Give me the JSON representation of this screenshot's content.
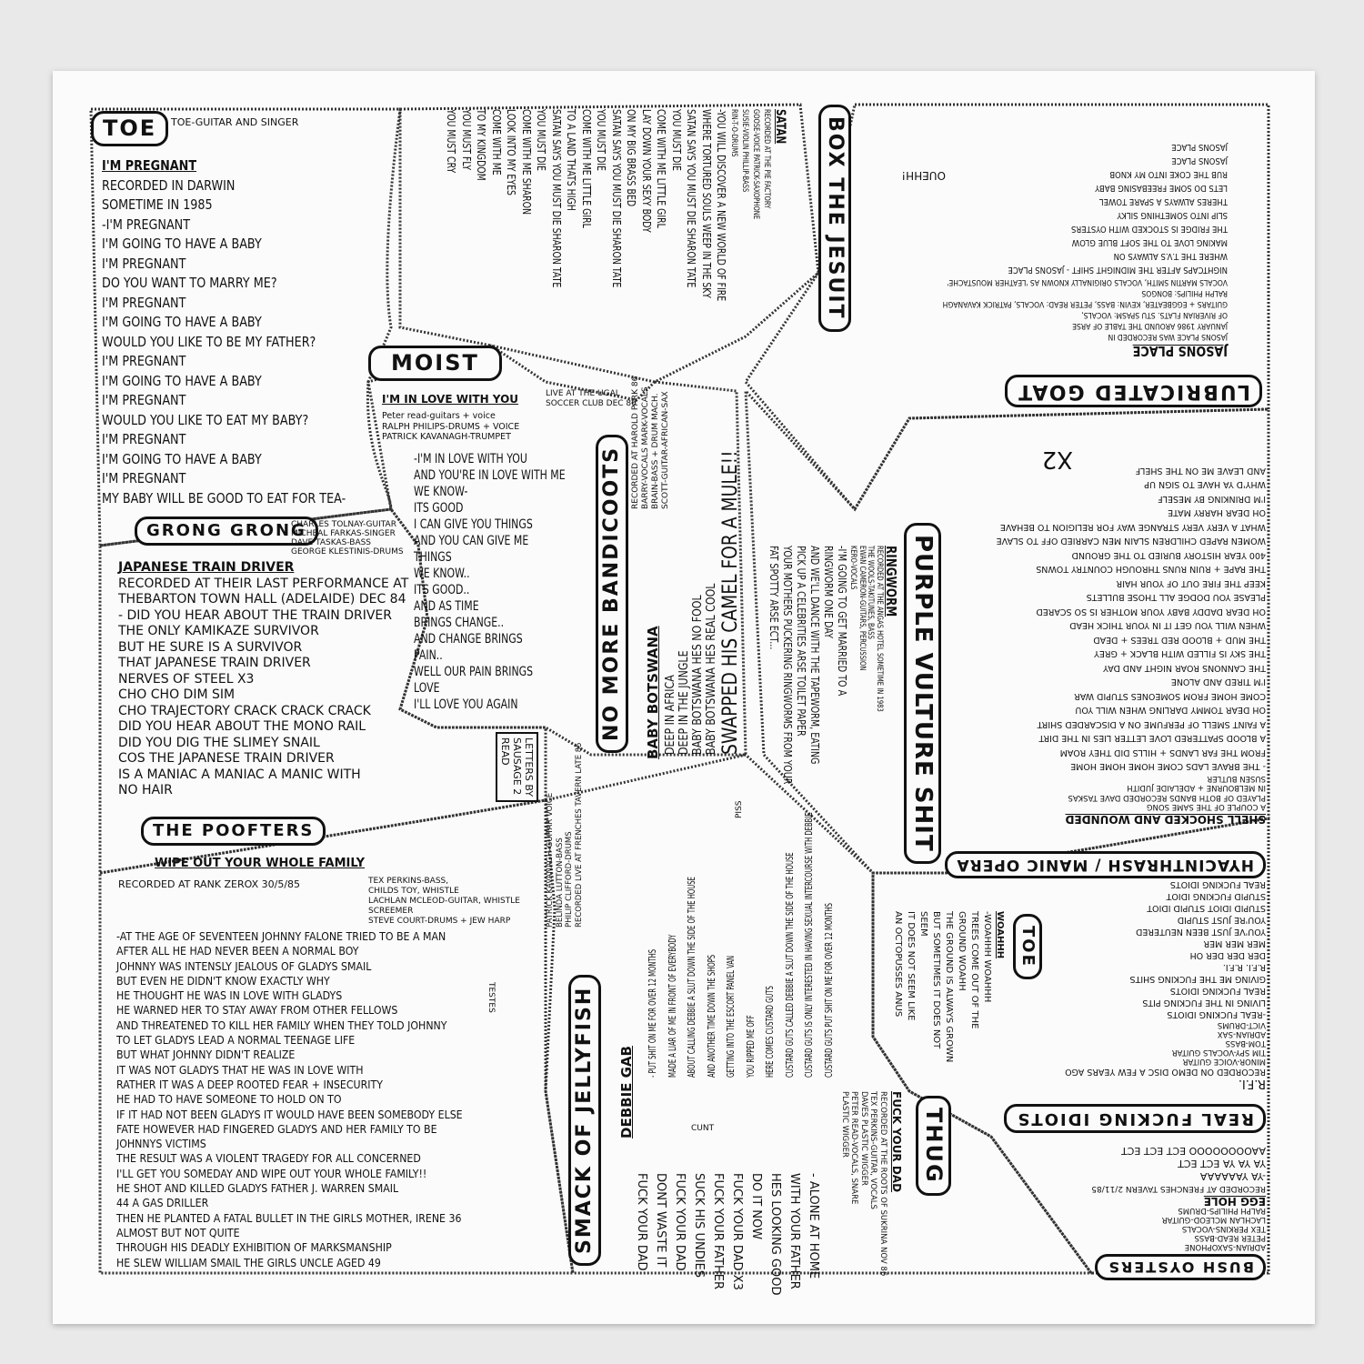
{
  "toe": {
    "title": "TOE",
    "credit": "TOE-GUITAR AND SINGER",
    "song": "I'M PREGNANT",
    "recorded": [
      "recorded in darwin",
      "SOMETIME IN 1985"
    ],
    "lyrics": [
      "-I'M PREGNANT",
      "I'M GOING TO HAVE A BABY",
      "I'M PREGNANT",
      "DO YOU WANT TO MARRY ME?",
      "I'M PREGNANT",
      "I'M GOING TO HAVE A BABY",
      "WOULD YOU LIKE TO BE MY FATHER?",
      "I'M PREGNANT",
      "I'M GOING TO HAVE A BABY",
      "I'M PREGNANT",
      "WOULD YOU LIKE TO EAT MY BABY?",
      "I'M PREGNANT",
      "I'M GOING TO HAVE A BABY",
      "I'M PREGNANT",
      "MY BABY WILL BE GOOD TO EAT FOR TEA-"
    ]
  },
  "grong": {
    "title": "GRONG GRONG",
    "credits": [
      "CHARLES TOLNAY-GUITAR",
      "MICHEAL FARKAS-SINGER",
      "DAVE TASKAS-BASS",
      "GEORGE KLESTINIS-DRUMS"
    ],
    "song": "JAPANESE TRAIN DRIVER",
    "lyrics": [
      "recorded at their last performance at",
      "Thebarton town HALL (ADELAIDE) DEC 84",
      "- DID YOU HEAR ABOUT THE TRAIN DRIVER",
      "THE ONLY KAMIKAZE SURVIVOR",
      "BUT HE SURE IS A SURVIVOR",
      "THAT JAPANESE TRAIN DRIVER",
      "NERVES OF STEEL X3",
      "CHO CHO DIM SIM",
      "CHO TRAJECTORY CRACK CRACK CRACK",
      "DID YOU HEAR ABOUT THE MONO RAIL",
      "DID YOU DIG THE SLIMEY SNAIL",
      "COS THE JAPANESE TRAIN DRIVER",
      "IS A MANIAC A MANIAC A MANIC WITH",
      "NO HAIR"
    ]
  },
  "poofters": {
    "title": "THE POOFTERS",
    "song": "WIPE OUT YOUR WHOLE FAMILY",
    "recorded": "recorded at RANK ZEROX 30/5/85",
    "credits": [
      "TEX PERKINS-BASS,",
      "CHILDS TOY, WHISTLE",
      "LACHLAN MCLEOD-GUITAR, WHISTLE",
      "SCREEMER",
      "STEVE COURT-DRUMS + JEW HARP"
    ],
    "lyrics": [
      "-AT THE AGE OF SEVENTEEN JOHNNY FALONE TRIED TO BE A MAN",
      "AFTER ALL HE HAD NEVER BEEN A NORMAL BOY",
      "JOHNNY WAS INTENSLY JEALOUS OF GLADYS SMAIL",
      "BUT EVEN HE DIDN'T KNOW EXACTLY WHY",
      "HE THOUGHT HE WAS IN LOVE WITH GLADYS",
      "HE WARNED HER TO STAY AWAY FROM OTHER FELLOWS",
      "AND THREATENED TO KILL HER FAMILY WHEN THEY TOLD JOHNNY",
      "TO LET GLADYS LEAD A NORMAL TEENAGE LIFE",
      "BUT WHAT JOHNNY DIDN'T REALIZE",
      "IT WAS NOT GLADYS THAT HE WAS IN LOVE WITH",
      "RATHER IT WAS A DEEP ROOTED FEAR + INSECURITY",
      "HE HAD TO HAVE SOMEONE TO HOLD ON TO",
      "IF IT HAD NOT BEEN GLADYS IT WOULD HAVE BEEN SOMEBODY ELSE",
      "FATE HOWEVER HAD FINGERED GLADYS AND HER FAMILY TO BE",
      "JOHNNYS VICTIMS",
      "THE RESULT WAS A VIOLENT TRAGEDY FOR ALL CONCERNED",
      "I'll GET YOU SOMEDAY AND WIPE OUT YOUR WHOLE FAMILY!!",
      "HE SHOT AND KILLED GLADYS FATHER J. WARREN SMAIL",
      "44 A GAS DRILLER",
      "THEN HE PLANTED A FATAL BULLET IN THE GIRLS MOTHER, IRENE 36",
      "ALMOST BUT NOT QUITE",
      "THROUGH HIS DEADLY EXHIBITION OF MARKSMANSHIP",
      "HE SLEW WILLIAM SMAIL THE GIRLS UNCLE AGED 49"
    ],
    "margin": "TESTES"
  },
  "moist": {
    "title": "MOIST",
    "song": "I'M IN LOVE WITH YOU",
    "live": [
      "LIVE AT THE UGAL",
      "SOCCER CLUB DEC 86"
    ],
    "credits": [
      "Peter read-guitars + voice",
      "RALPH PHILIPS-DRUMS + VOICE",
      "PATRICK KAVANAGH-TRUMPET"
    ],
    "lyrics": [
      "-I'M IN LOVE WITH YOU",
      "AND YOU'RE IN LOVE WITH ME",
      "WE KNOW-",
      "ITS GOOD",
      "I CAN GIVE YOU THINGS",
      "AND YOU CAN GIVE ME",
      "THINGS",
      "WE KNOW..",
      "ITS GOOD..",
      "AND AS TIME",
      "BRINGS CHANGE..",
      "AND CHANGE BRINGS",
      "PAIN..",
      "WELL OUR PAIN BRINGS",
      "LOVE",
      "I'll LOVE YOU AGAIN"
    ]
  },
  "jesuit": {
    "title": "BOX THE JESUIT",
    "song": "SATAN",
    "credits": [
      "RECORDED AT THE PIE FACTORY",
      "GOOSE-VOICE  PATRICK-SAXOPHONE",
      "SUSIE-VIOLIN  PHILLIP-BASS",
      "RIN-T-O-DRUMS"
    ],
    "lyrics": [
      "-YOU WILL DISCOVER A NEW WORLD OF FIRE",
      "WHERE TORTURED SOULS WEEP IN THE SKY",
      "SATAN SAYS YOU MUST DIE SHARON TATE",
      "YOU MUST DIE",
      "COME WITH ME LITTLE GIRL",
      "LAY DOWN YOUR SEXY BODY",
      "ON MY BIG BRASS BED",
      "SATAN SAYS YOU MUST DIE SHARON TATE",
      "YOU MUST DIE",
      "COME WITH ME LITTLE GIRL",
      "TO A LAND THATS HIGH",
      "SATAN SAYS YOU MUST DIE SHARON TATE",
      "YOU MUST DIE",
      "COME WITH ME SHARON",
      "LOOK INTO MY EYES",
      "COME WITH ME",
      "TO MY KINGDOM",
      "YOU MUST FLY",
      "YOU MUST CRY"
    ]
  },
  "bandicoots": {
    "title": "NO MORE BANDICOOTS",
    "song": "BABY BOTSWANA",
    "credits": [
      "recorded at HAROLD PARK 86",
      "BARRY-VOCALS MARK-VOCALS",
      "BRAIN-BASS + DRUM MACH.",
      "SCOTT-GUITAR-AFRICAN-SAX"
    ],
    "lyrics": [
      "DEEP IN AFRICA",
      "DEEP IN THE JUNGLE",
      "BABY BOTSWANA HES NO FOOL",
      "BABY BOTSWANA HES REAL COOL",
      "SWAPPED HIS CAMEL FOR A MULE!!"
    ]
  },
  "letters": {
    "line1": "LETTERS BY",
    "line2": "SAUSAGE 2",
    "line3": "READ"
  },
  "jellyfish": {
    "title": "SMACK OF JELLYFISH",
    "song": "DEBBIE GAB",
    "credits": [
      "PATRICK KAVANAGH-GUITAR VOICE",
      "BELINDA LUTTON-BASS",
      "PHILIP CLIFFORD-DRUMS",
      "recorded live at FRENCHES TAVERN LATE 85"
    ],
    "lyrics": [
      "- PUT SHIT ON ME FOR OVER 12 MONTHS",
      "MADE A LIAR OF ME IN FRONT OF EVERYBODY",
      "ABOUT CALLING DEBBIE A SLUT DOWN THE SIDE OF THE HOUSE",
      "AND ANOTHER TIME DOWN THE SHOPS",
      "GETTING INTO THE ESCORT PANEL VAN",
      "YOU RIPPED ME OFF",
      "HERE COMES CUSTARD GUTS",
      "CUSTARD GUTS CALLED DEBBIE A SLUT DOWN THE SIDE OF THE HOUSE",
      "CUSTARD GUTS IS ONLY INTERESTED IN HAVING SEXUAL INTERCOURSE WITH DEBBIE",
      "CUSTARD GUTS PUT SHIT ON ME FOR OVER 12 MONTHS"
    ],
    "margin1": "PISS",
    "margin2": "CUNT"
  },
  "purple": {
    "title": "PURPLE VULTURE SHIT",
    "song": "RINGWORM",
    "credits": [
      "RECORDED AT THE ANGAS HOTEL SOMETIME IN 1983",
      "THE WOOLS-TAKITUNES, BASS",
      "EWAN CAMERON-GUITARS, PERCUSSION",
      "KERO-VOCALS"
    ],
    "lyrics": [
      "-I'm GOING TO GET MARRIED TO A",
      "RINGWORM ONE DAY",
      "AND WE'LL DANCE WITH THE TAPEWORM, EATING",
      "PICK UP A CELEBRITIES ARSE TOILET PAPER",
      "YOUR MOTHERS PUCKERING RINGWORMS FROM YOUR",
      "FAT SPOTTY ARSE ECT..."
    ]
  },
  "goat": {
    "title": "LUBRICATED GOAT",
    "song": "JASONS PLACE",
    "credits": [
      "JASONS PLACE WAS RECORDED IN",
      "JANUARY 1986 AROUND THE TABLE OF ARSE",
      "OF RIVERIAN FLATS. STU SPASM: VOCALS,",
      "GUITARS + EGGBEATER, KEVIN: BASS, PETER READ: VOCALS, PATRICK KAVANAGH",
      "RALPH PHILIPS: BONGOS",
      "VOCALS MARTIN SMITH, VOCALS ORIGINALLY KNOWN AS 'LEATHER MOUSTACHE'"
    ],
    "lyrics": [
      "NIGHTCAPS AFTER THE MIDNIGHT SHIFT - JASONS PLACE",
      "WHERE THE T.V.S ALWAYS ON",
      "MAKING LOVE TO THE SOFT BLUE GLOW",
      "THE FRIDGE IS STOCKED WITH OYSTERS",
      "SLIP INTO SOMETHING SILKY",
      "THERES ALWAYS A SPARE TOWEL",
      "LETS DO SOME FREEBASING BABY",
      "RUB THE COKE INTO MY KNOB",
      "JASONS PLACE",
      "JASONS PLACE"
    ],
    "shout": "OUEHH!"
  },
  "manic": {
    "title": "HYACINTHRASH / MANIC OPERA",
    "song": "SHELL SHOCKED AND WOUNDED",
    "credits": [
      "A COUPLE OF THE SAME SONG",
      "PLAYED OF BOTH BANDS RECORDED  DAVE TASKAS",
      "IN MELBOURNE + ADELAIDE  JUDITH",
      "SUSEN BUTLER"
    ],
    "lyrics": [
      "- THE BRAVE LADS COME HOME HOME HOME",
      "FROM THE FAR LANDS + HILLS DID THEY ROAM",
      "A BLOOD SPATTERED LOVE LETTER LIES IN THE DIRT",
      "A FAINT SMELL OF PERFUME ON A DISCARDED SHIRT",
      "OH DEAR TOMMY DARLING WHEN WILL YOU",
      "COME HOME FROM SOMEONES STUPID WAR",
      "I'M TIRED AND ALONE",
      "THE CANNONS ROAR NIGHT AND DAY",
      "THE SKY IS FILLED WITH BLACK + GREY",
      "THE MUD + BLOOD RED TREES + DEAD",
      "WHEN WILL YOU GET IT IN YOUR THICK HEAD",
      "OH DEAR DADDY BABY YOUR MOTHER IS SO SCARED",
      "PLEASE YOU DODGE ALL THOSE BULLETS",
      "KEEP THE FIRE OUT OF YOUR HAIR",
      "THE RAPE + RUIN RUNS THROUGH COUNTRY TOWNS",
      "400 YEAR HISTORY BURIED TO THE GROUND",
      "WOMEN RAPED CHILDREN SLAIN MEN CARRIED OFF TO SLAVE",
      "WHAT A VERY VERY STRANGE WAY FOR RELIGION TO BEHAVE",
      "OH DEAR HARRY MATE",
      "I'M DRINKING BY MESELF",
      "WHY'D YA HAVE TO SIGN UP",
      "AND LEAVE ME ON THE SHELF"
    ],
    "repeat": "X2"
  },
  "rfi": {
    "title": "REAL FUCKING IDIOTS",
    "song": "R.F.I.",
    "recorded": "RECORDED ON DEMO DISC A FEW YEARS AGO",
    "credits": [
      "MINOR-VOICE GUITAR",
      "TIM SPY-VOCALS GUITAR",
      "TOM-BASS",
      "ADRIAN-SAX",
      "VICT-DRUMS"
    ],
    "lyrics": [
      "-REAL FUCKING IDIOTS",
      "LIVING IN THE FUCKING PITS",
      "REAL FUCKING IDIOTS",
      "GIVING ME THE FUCKING SHITS",
      "R.F.I.  R.F.I.",
      "DER DER DER OH",
      "MER MER MER",
      "YOU'VE JUST BEEN NEUTERED",
      "YOU'RE JUST STUPID",
      "STUPID IDIOT STUPID IDIOT",
      "STUPID FUCKING IDIOT",
      "REAL FUCKING IDIOTS"
    ]
  },
  "toe2": {
    "title": "TOE",
    "song": "WOAHHH",
    "lyrics": [
      "-WOAHHH WOAHHH",
      "TREES COME OUT OF THE",
      "GROUND WOAHH",
      "THE GROUND IS ALWAYS GROWN",
      "BUT SOMETIMES IT DOES NOT",
      "SEEM",
      "IT DOES NOT SEEM LIKE",
      "AN OCTOPUSSES ANUS"
    ]
  },
  "thug": {
    "title": "THUG",
    "song": "FUCK YOUR DAD",
    "credits": [
      "RECORDED AT THE ROOTS OF SUKRINA NOV 86",
      "TEX PERKINS-GUITAR, VOCALS",
      "DAVES PLASTIC WIGGER",
      "PETER READ-VOCALS, SNARE",
      "PLASTIC WIGGER"
    ],
    "lyrics": [
      "- ALONE AT HOME",
      "WITH YOUR FATHER",
      "HES LOOKING GOOD",
      "DO IT NOW",
      "FUCK YOUR DAD X3",
      "FUCK YOUR FATHER",
      "SUCK HIS UNDIES",
      "FUCK YOUR DAD",
      "DONT WASTE IT",
      "FUCK YOUR DAD"
    ]
  },
  "bush": {
    "title": "BUSH OYSTERS",
    "song": "EGG HOLE",
    "credits": [
      "ADRIAN-SAXOPHONE",
      "PETER READ-BASS",
      "TEX PERKINS-VOCALS",
      "LACHLAN MCLEOD-GUITAR",
      "RALPH PHILIPS-DRUMS"
    ],
    "recorded": "recorded at FRENCHES TAVERN 2/11/85",
    "lyrics": [
      "-YA YAAAAAA",
      "YA YA YA ECT ECT",
      "AAOOOOOOOO ECT ECT ECT"
    ]
  }
}
